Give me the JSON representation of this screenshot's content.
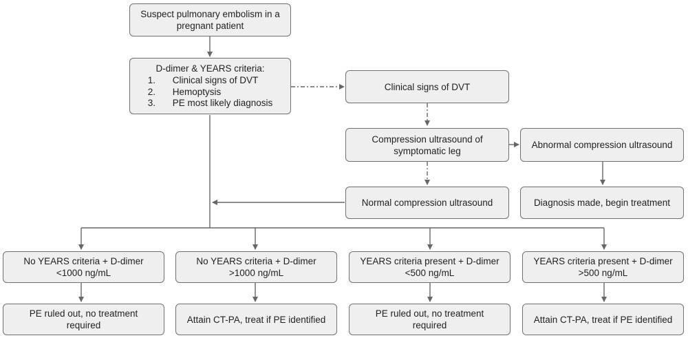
{
  "diagram": {
    "nodes": {
      "suspect": "Suspect pulmonary embolism in a\npregnant patient",
      "criteria": {
        "heading": "D-dimer & YEARS criteria:",
        "items": [
          {
            "num": "1.",
            "label": "Clinical signs of DVT"
          },
          {
            "num": "2.",
            "label": "Hemoptysis"
          },
          {
            "num": "3.",
            "label": "PE most likely diagnosis"
          }
        ]
      },
      "clinical_dvt": "Clinical signs of DVT",
      "compression_us": "Compression ultrasound of\nsymptomatic leg",
      "abnormal_us": "Abnormal compression ultrasound",
      "normal_us": "Normal compression ultrasound",
      "diagnosis_made": "Diagnosis made, begin treatment",
      "branch1": "No YEARS criteria + D-dimer\n<1000 ng/mL",
      "branch2": "No YEARS criteria + D-dimer\n>1000 ng/mL",
      "branch3": "YEARS criteria present + D-dimer\n<500 ng/mL",
      "branch4": "YEARS criteria present + D-dimer\n>500 ng/mL",
      "outcome1": "PE ruled out, no treatment\nrequired",
      "outcome2": "Attain CT-PA, treat if PE identified",
      "outcome3": "PE ruled out, no treatment\nrequired",
      "outcome4": "Attain CT-PA, treat if PE identified"
    },
    "colors": {
      "box_fill": "#efefef",
      "box_border": "#6f6f6f",
      "connector": "#666666",
      "text": "#1f1f1f"
    }
  }
}
